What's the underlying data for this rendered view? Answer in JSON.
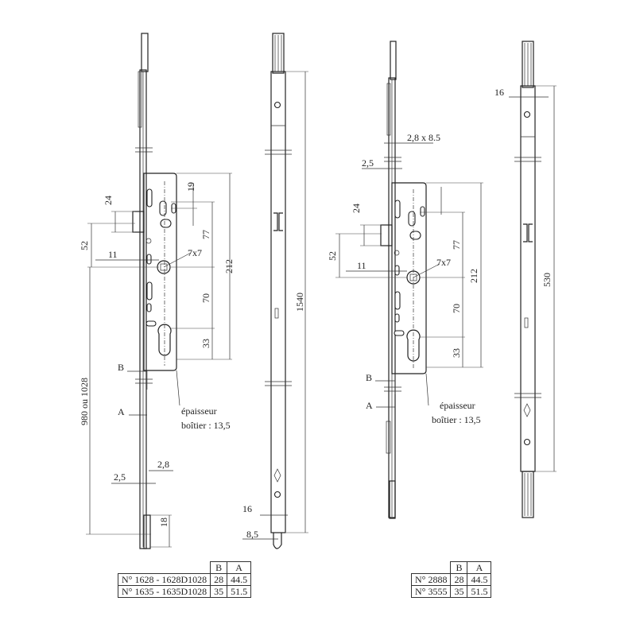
{
  "left_assembly": {
    "dims": {
      "d24": "24",
      "d19": "19",
      "d52": "52",
      "d77": "77",
      "d11": "11",
      "d7x7": "7x7",
      "d212": "212",
      "d70": "70",
      "d33": "33",
      "dB": "B",
      "dA": "A",
      "thickness_1": "épaisseur",
      "thickness_2": "boîtier : 13,5",
      "d980": "980 ou 1028",
      "d2_8": "2,8",
      "d2_5": "2,5",
      "d18": "18",
      "d1540": "1540",
      "d16": "16",
      "d8_5": "8,5"
    },
    "table": {
      "headers": [
        "B",
        "A"
      ],
      "rows": [
        {
          "model": "N° 1628 - 1628D1028",
          "b": "28",
          "a": "44.5"
        },
        {
          "model": "N° 1635 - 1635D1028",
          "b": "35",
          "a": "51.5"
        }
      ]
    }
  },
  "right_assembly": {
    "dims": {
      "d2_8x8_5": "2,8 x 8.5",
      "d2_5": "2,5",
      "d24": "24",
      "d52": "52",
      "d77": "77",
      "d11": "11",
      "d7x7": "7x7",
      "d212": "212",
      "d70": "70",
      "d33": "33",
      "dB": "B",
      "dA": "A",
      "thickness_1": "épaisseur",
      "thickness_2": "boîtier : 13,5",
      "d16": "16",
      "d530": "530"
    },
    "table": {
      "headers": [
        "B",
        "A"
      ],
      "rows": [
        {
          "model": "N° 2888",
          "b": "28",
          "a": "44.5"
        },
        {
          "model": "N° 3555",
          "b": "35",
          "a": "51.5"
        }
      ]
    }
  }
}
